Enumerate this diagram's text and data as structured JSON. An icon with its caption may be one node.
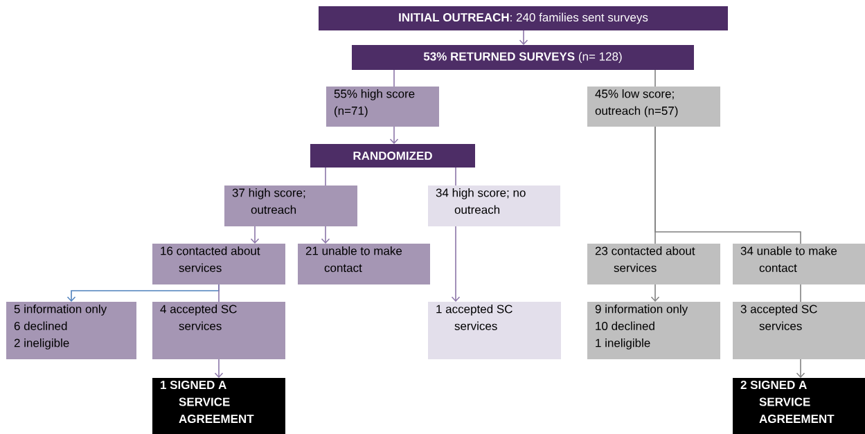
{
  "diagram": {
    "nodes": [
      {
        "text": [
          "**INITIAL OUTREACH**: 240 families sent surveys"
        ]
      },
      {
        "text": [
          "**53% RETURNED SURVEYS** (n= 128)"
        ]
      },
      {
        "text": [
          "55% high score (n=71)"
        ]
      },
      {
        "text": [
          "45% low score; outreach (n=57)"
        ]
      },
      {
        "text": [
          "RANDOMIZED"
        ]
      },
      {
        "text": [
          "37 high score; outreach"
        ]
      },
      {
        "text": [
          "34 high score; no outreach"
        ]
      },
      {
        "text": [
          "16 contacted about services"
        ]
      },
      {
        "text": [
          "21 unable to make contact"
        ]
      },
      {
        "text": [
          "23 contacted about services"
        ]
      },
      {
        "text": [
          "34 unable to make contact"
        ]
      },
      {
        "text": [
          "5 information only",
          "6 declined",
          "2 ineligible"
        ]
      },
      {
        "text": [
          "4 accepted SC services"
        ]
      },
      {
        "text": [
          "1 accepted SC services"
        ]
      },
      {
        "text": [
          "9 information only",
          "10 declined",
          "1 ineligible"
        ]
      },
      {
        "text": [
          "3 accepted SC services"
        ]
      },
      {
        "text": [
          "1 SIGNED A SERVICE AGREEMENT"
        ]
      },
      {
        "text": [
          "2 SIGNED A SERVICE AGREEMENT"
        ]
      }
    ],
    "edges": [
      {
        "from": 0,
        "to": 1,
        "arrow": "to"
      },
      {
        "from": 1,
        "to": 2,
        "arrow": "none"
      },
      {
        "from": 1,
        "to": 3,
        "arrow": "none",
        "color": "#808080"
      },
      {
        "from": 2,
        "to": 4,
        "arrow": "to"
      },
      {
        "from": 4,
        "to": 5,
        "arrow": "none"
      },
      {
        "from": 4,
        "to": 6,
        "arrow": "none"
      },
      {
        "from": 5,
        "to": 7,
        "arrow": "to"
      },
      {
        "from": 5,
        "to": 8,
        "arrow": "to"
      },
      {
        "from": 3,
        "to": 9,
        "arrow": "none",
        "color": "#808080"
      },
      {
        "from": 3,
        "to": 10,
        "arrow": "none",
        "color": "#808080"
      },
      {
        "from": 7,
        "to": 11,
        "arrow": "to",
        "color": "#4f81bd"
      },
      {
        "from": 7,
        "to": 12,
        "arrow": "none"
      },
      {
        "from": 6,
        "to": 13,
        "arrow": "to"
      },
      {
        "from": 9,
        "to": 14,
        "arrow": "to",
        "color": "#808080"
      },
      {
        "from": 10,
        "to": 15,
        "arrow": "none",
        "color": "#808080"
      },
      {
        "from": 12,
        "to": 16,
        "arrow": "to"
      },
      {
        "from": 15,
        "to": 17,
        "arrow": "to",
        "color": "#808080"
      }
    ]
  }
}
